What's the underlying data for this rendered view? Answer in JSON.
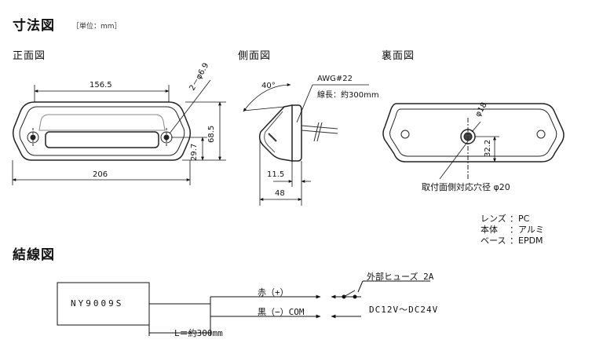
{
  "dimensions": {
    "title": "寸法図",
    "unit_note": "［単位：mm］"
  },
  "front_view": {
    "label": "正面図",
    "dim_top_width": "156.5",
    "dim_hole": "2－φ6.9",
    "dim_overall_width": "206",
    "dim_height": "68.5",
    "dim_hole_height": "29.7"
  },
  "side_view": {
    "label": "側面図",
    "angle": "40°",
    "cable_gauge": "AWG#22",
    "cable_length": "線長：約300mm",
    "dim_offset": "11.5",
    "dim_depth": "48"
  },
  "back_view": {
    "label": "裏面図",
    "dim_boss": "φ18",
    "dim_boss_height": "32.2",
    "mount_hole_note": "取付面側対応穴径 φ20"
  },
  "materials": [
    {
      "part": "レンズ",
      "material": "：PC"
    },
    {
      "part": "本体",
      "material": "：アルミ"
    },
    {
      "part": "ベース",
      "material": "：EPDM"
    }
  ],
  "wiring": {
    "title": "結線図",
    "model": "NY9009S",
    "red_wire": "赤（+）",
    "black_wire": "黒（−）COM",
    "fuse": "外部ヒューズ 2A",
    "voltage": "DC12V～DC24V",
    "length": "L＝約300mm"
  }
}
